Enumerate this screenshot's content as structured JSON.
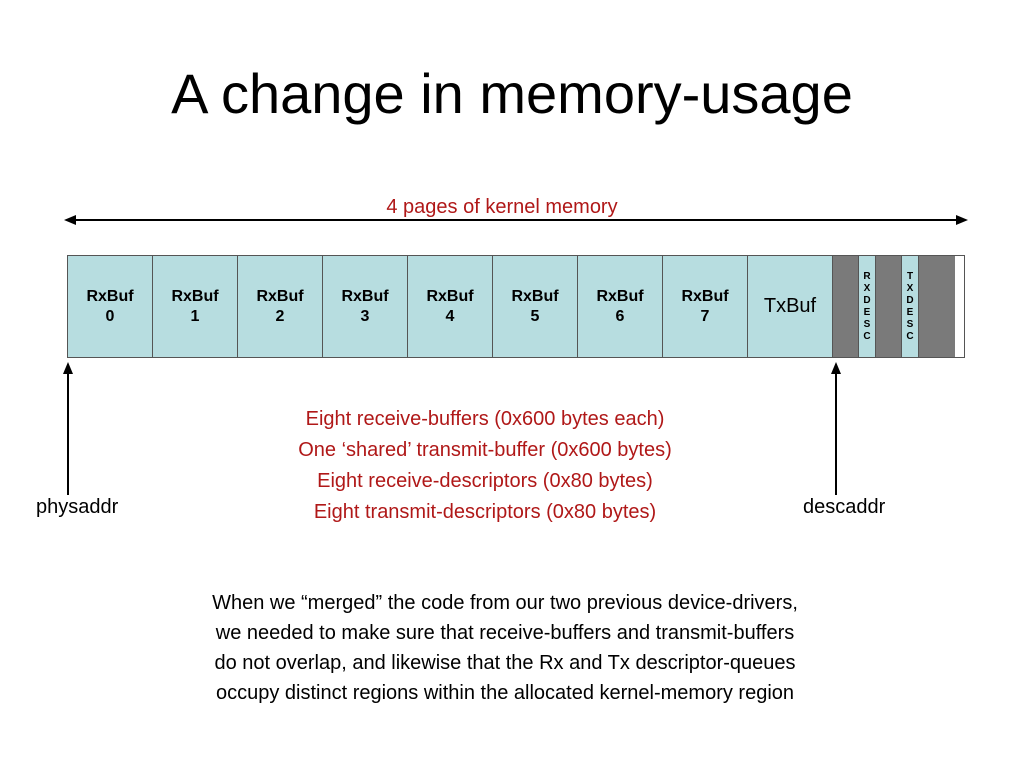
{
  "title": "A change in memory-usage",
  "span_label": "4 pages of kernel memory",
  "memory_blocks": [
    {
      "line1": "RxBuf",
      "line2": "0"
    },
    {
      "line1": "RxBuf",
      "line2": "1"
    },
    {
      "line1": "RxBuf",
      "line2": "2"
    },
    {
      "line1": "RxBuf",
      "line2": "3"
    },
    {
      "line1": "RxBuf",
      "line2": "4"
    },
    {
      "line1": "RxBuf",
      "line2": "5"
    },
    {
      "line1": "RxBuf",
      "line2": "6"
    },
    {
      "line1": "RxBuf",
      "line2": "7"
    }
  ],
  "txbuf_label": "TxBuf",
  "rxdesc_letters": [
    "R",
    "X",
    "D",
    "E",
    "S",
    "C"
  ],
  "txdesc_letters": [
    "T",
    "X",
    "D",
    "E",
    "S",
    "C"
  ],
  "pointers": {
    "left": "physaddr",
    "right": "descaddr"
  },
  "description_lines": [
    "Eight receive-buffers (0x600 bytes each)",
    "One ‘shared’ transmit-buffer (0x600 bytes)",
    "Eight receive-descriptors (0x80 bytes)",
    "Eight transmit-descriptors (0x80 bytes)"
  ],
  "footnote_lines": [
    "When we “merged” the code from our two previous device-drivers,",
    "we needed to make sure that receive-buffers and transmit-buffers",
    "do not overlap, and likewise that the Rx and Tx descriptor-queues",
    "occupy distinct regions within the allocated kernel-memory region"
  ],
  "colors": {
    "buffer_fill": "#b7dde0",
    "descriptor_gap_fill": "#7a7a7a",
    "highlight_text": "#b01818"
  }
}
